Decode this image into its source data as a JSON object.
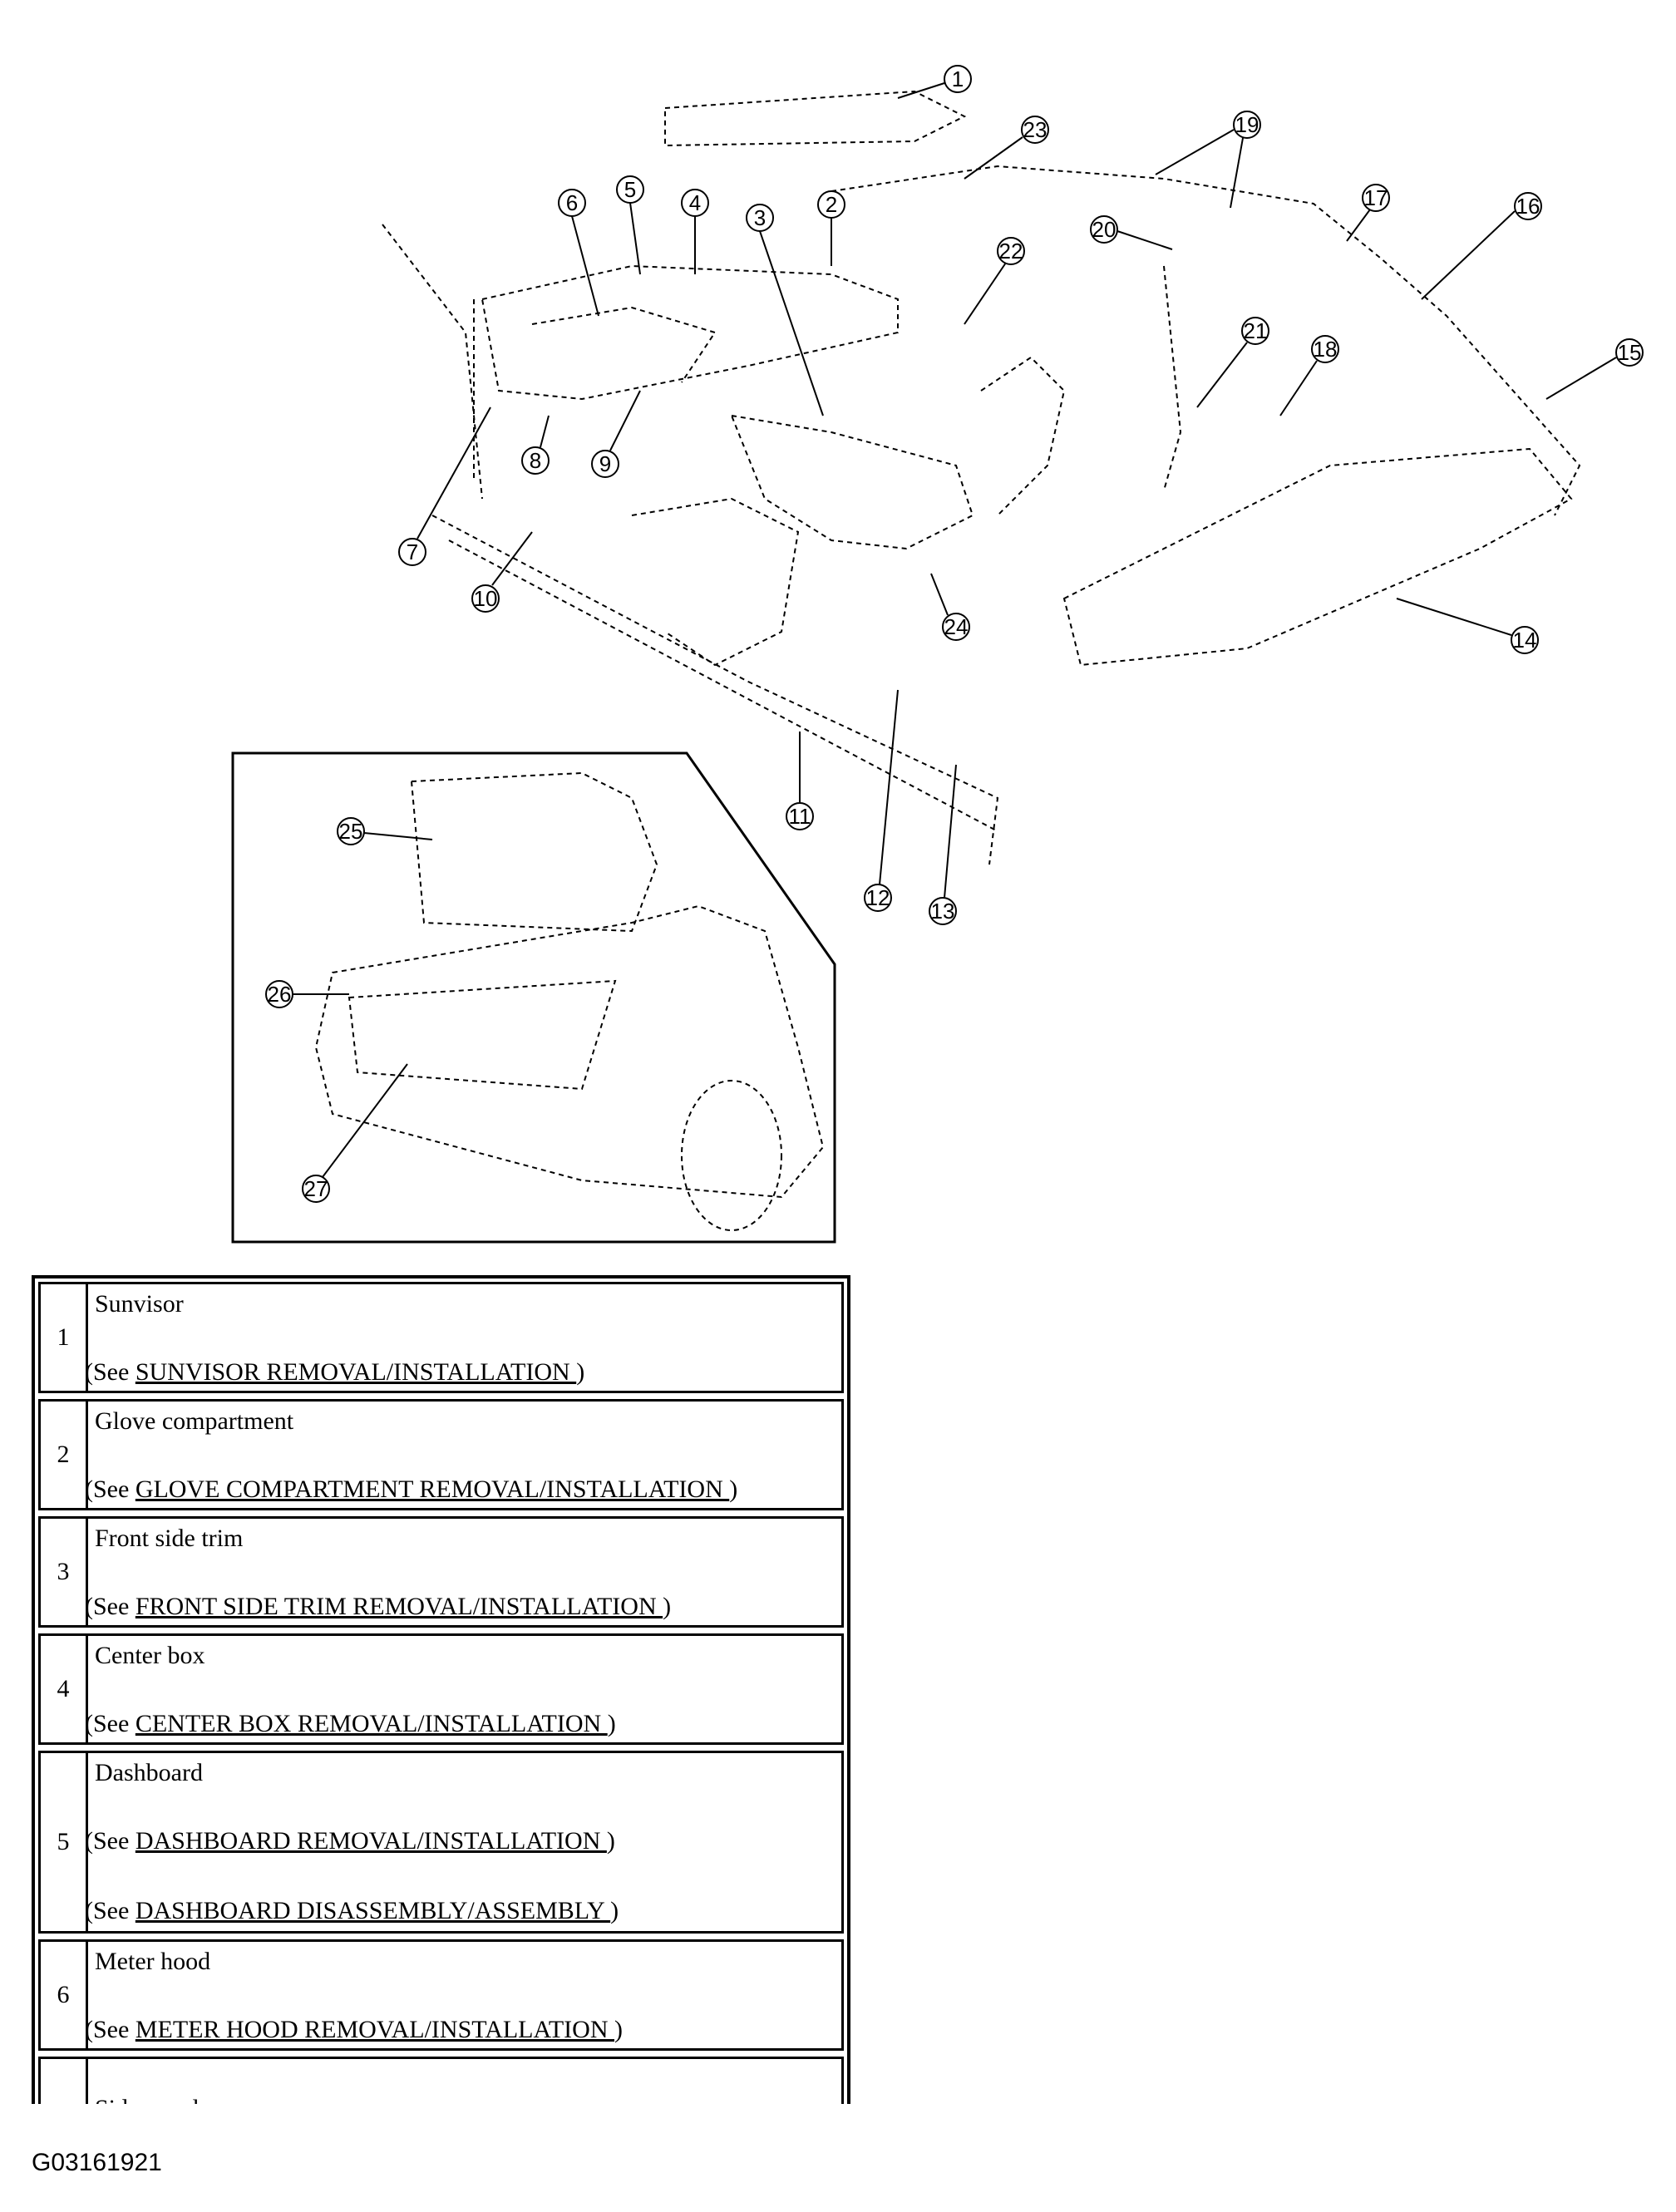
{
  "callouts": [
    "1",
    "2",
    "3",
    "4",
    "5",
    "6",
    "7",
    "8",
    "9",
    "10",
    "11",
    "12",
    "13",
    "14",
    "15",
    "16",
    "17",
    "18",
    "19",
    "20",
    "21",
    "22",
    "23",
    "24",
    "25",
    "26",
    "27"
  ],
  "parts": [
    {
      "num": "1",
      "name": "Sunvisor",
      "refs": [
        "SUNVISOR REMOVAL/INSTALLATION "
      ]
    },
    {
      "num": "2",
      "name": "Glove compartment",
      "refs": [
        "GLOVE COMPARTMENT REMOVAL/INSTALLATION "
      ]
    },
    {
      "num": "3",
      "name": "Front side trim",
      "refs": [
        "FRONT SIDE TRIM REMOVAL/INSTALLATION "
      ]
    },
    {
      "num": "4",
      "name": "Center box",
      "refs": [
        "CENTER BOX REMOVAL/INSTALLATION "
      ]
    },
    {
      "num": "5",
      "name": "Dashboard",
      "refs": [
        "DASHBOARD REMOVAL/INSTALLATION ",
        "DASHBOARD DISASSEMBLY/ASSEMBLY "
      ]
    },
    {
      "num": "6",
      "name": "Meter hood",
      "refs": [
        "METER HOOD REMOVAL/INSTALLATION "
      ]
    },
    {
      "num": "",
      "name": "Side panel",
      "refs": []
    }
  ],
  "see_prefix": "(See ",
  "see_suffix": ")",
  "image_code": "G03161921"
}
